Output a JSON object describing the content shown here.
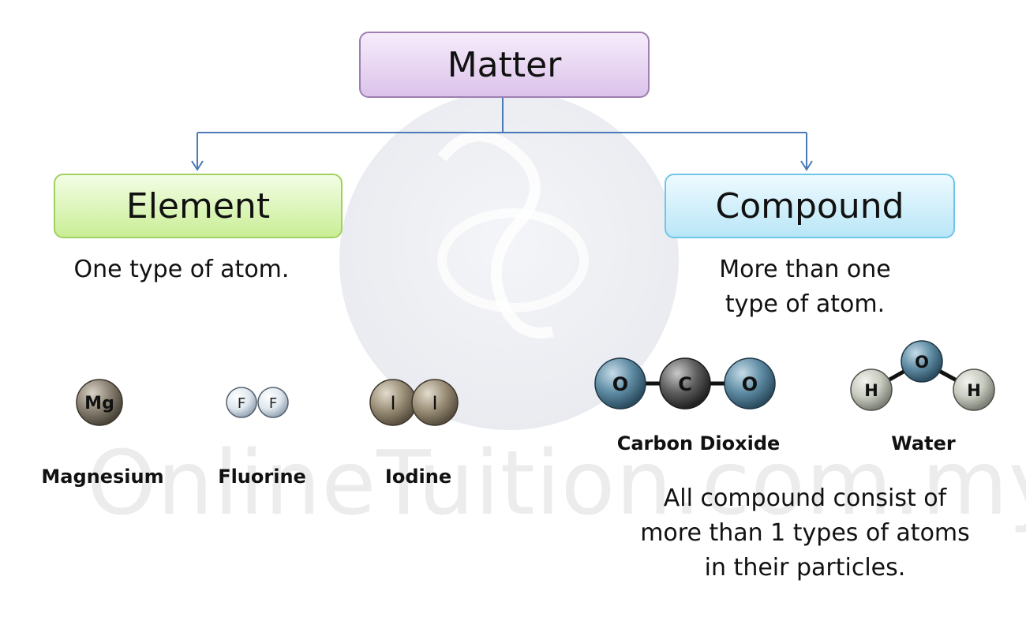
{
  "watermark": "OnlineTuition.com.my",
  "colors": {
    "matter_box": "#dcc3ea",
    "element_box": "#c9ee95",
    "compound_box": "#b9e6f7",
    "connector": "#4a7ab8",
    "magnesium_atom": "#8a8172",
    "fluorine_atom": "#dfe7ef",
    "iodine_atom": "#9b8f78",
    "oxygen_atom": "#5f8ca4",
    "carbon_atom": "#5e5e5e",
    "hydrogen_atom": "#c8cbc0"
  },
  "root": {
    "label": "Matter"
  },
  "element": {
    "label": "Element",
    "description": "One type of atom.",
    "examples": [
      {
        "name": "Magnesium",
        "atoms": [
          "Mg"
        ]
      },
      {
        "name": "Fluorine",
        "atoms": [
          "F",
          "F"
        ]
      },
      {
        "name": "Iodine",
        "atoms": [
          "I",
          "I"
        ]
      }
    ]
  },
  "compound": {
    "label": "Compound",
    "description_line1": "More than one",
    "description_line2": "type of atom.",
    "examples": [
      {
        "name": "Carbon Dioxide",
        "atoms": [
          "O",
          "C",
          "O"
        ]
      },
      {
        "name": "Water",
        "atoms": [
          "H",
          "O",
          "H"
        ]
      }
    ],
    "summary_line1": "All compound consist of",
    "summary_line2": "more than 1 types of atoms",
    "summary_line3": "in their particles."
  }
}
